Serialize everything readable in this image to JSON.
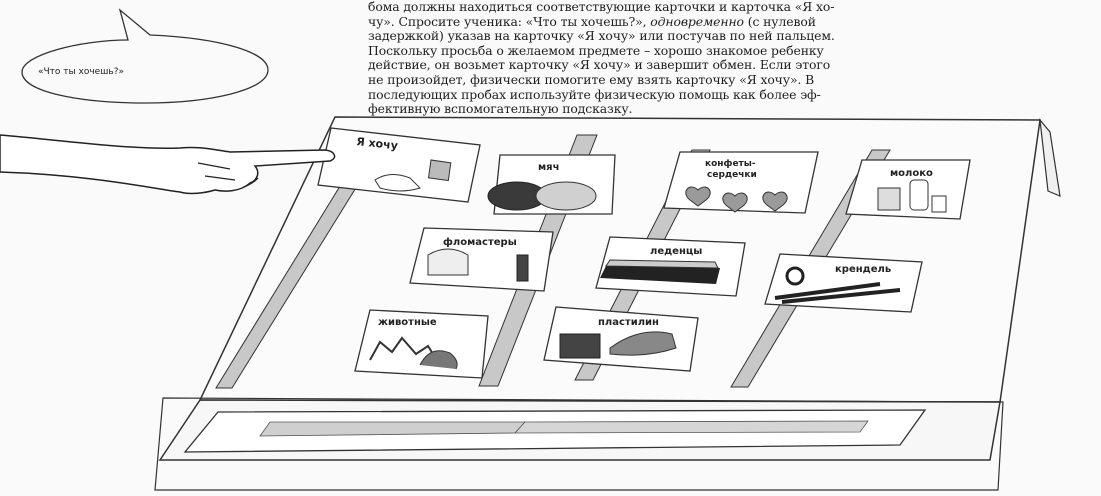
{
  "text": {
    "lines": [
      {
        "a": "бома должны находиться соответствующие карточки и карточка «Я хо-"
      },
      {
        "a": "чу». Спросите ученика: «Что ты хочешь?», ",
        "i": "одновременно",
        "b": " (с нулевой"
      },
      {
        "a": "задержкой) указав на карточку «Я хочу» или постучав по ней пальцем."
      },
      {
        "a": "Поскольку просьба о желаемом предмете – хорошо знакомое ребенку"
      },
      {
        "a": "действие, он возьмет карточку «Я хочу» и завершит обмен. Если этого"
      },
      {
        "a": "не произойдет, физически помогите ему взять карточку «Я хочу». В"
      },
      {
        "a": "последующих пробах используйте физическую помощь как более эф-"
      },
      {
        "a": "фективную вспомогательную подсказку."
      }
    ]
  },
  "speech_bubble": "«Что ты хочешь?»",
  "cards": {
    "i_want": "Я хочу",
    "ball": "мяч",
    "candy_hearts_1": "конфеты-",
    "candy_hearts_2": "сердечки",
    "milk": "молоко",
    "markers": "фломастеры",
    "lollipops": "леденцы",
    "pretzel": "крендель",
    "animals": "животные",
    "plasticine": "пластилин"
  }
}
